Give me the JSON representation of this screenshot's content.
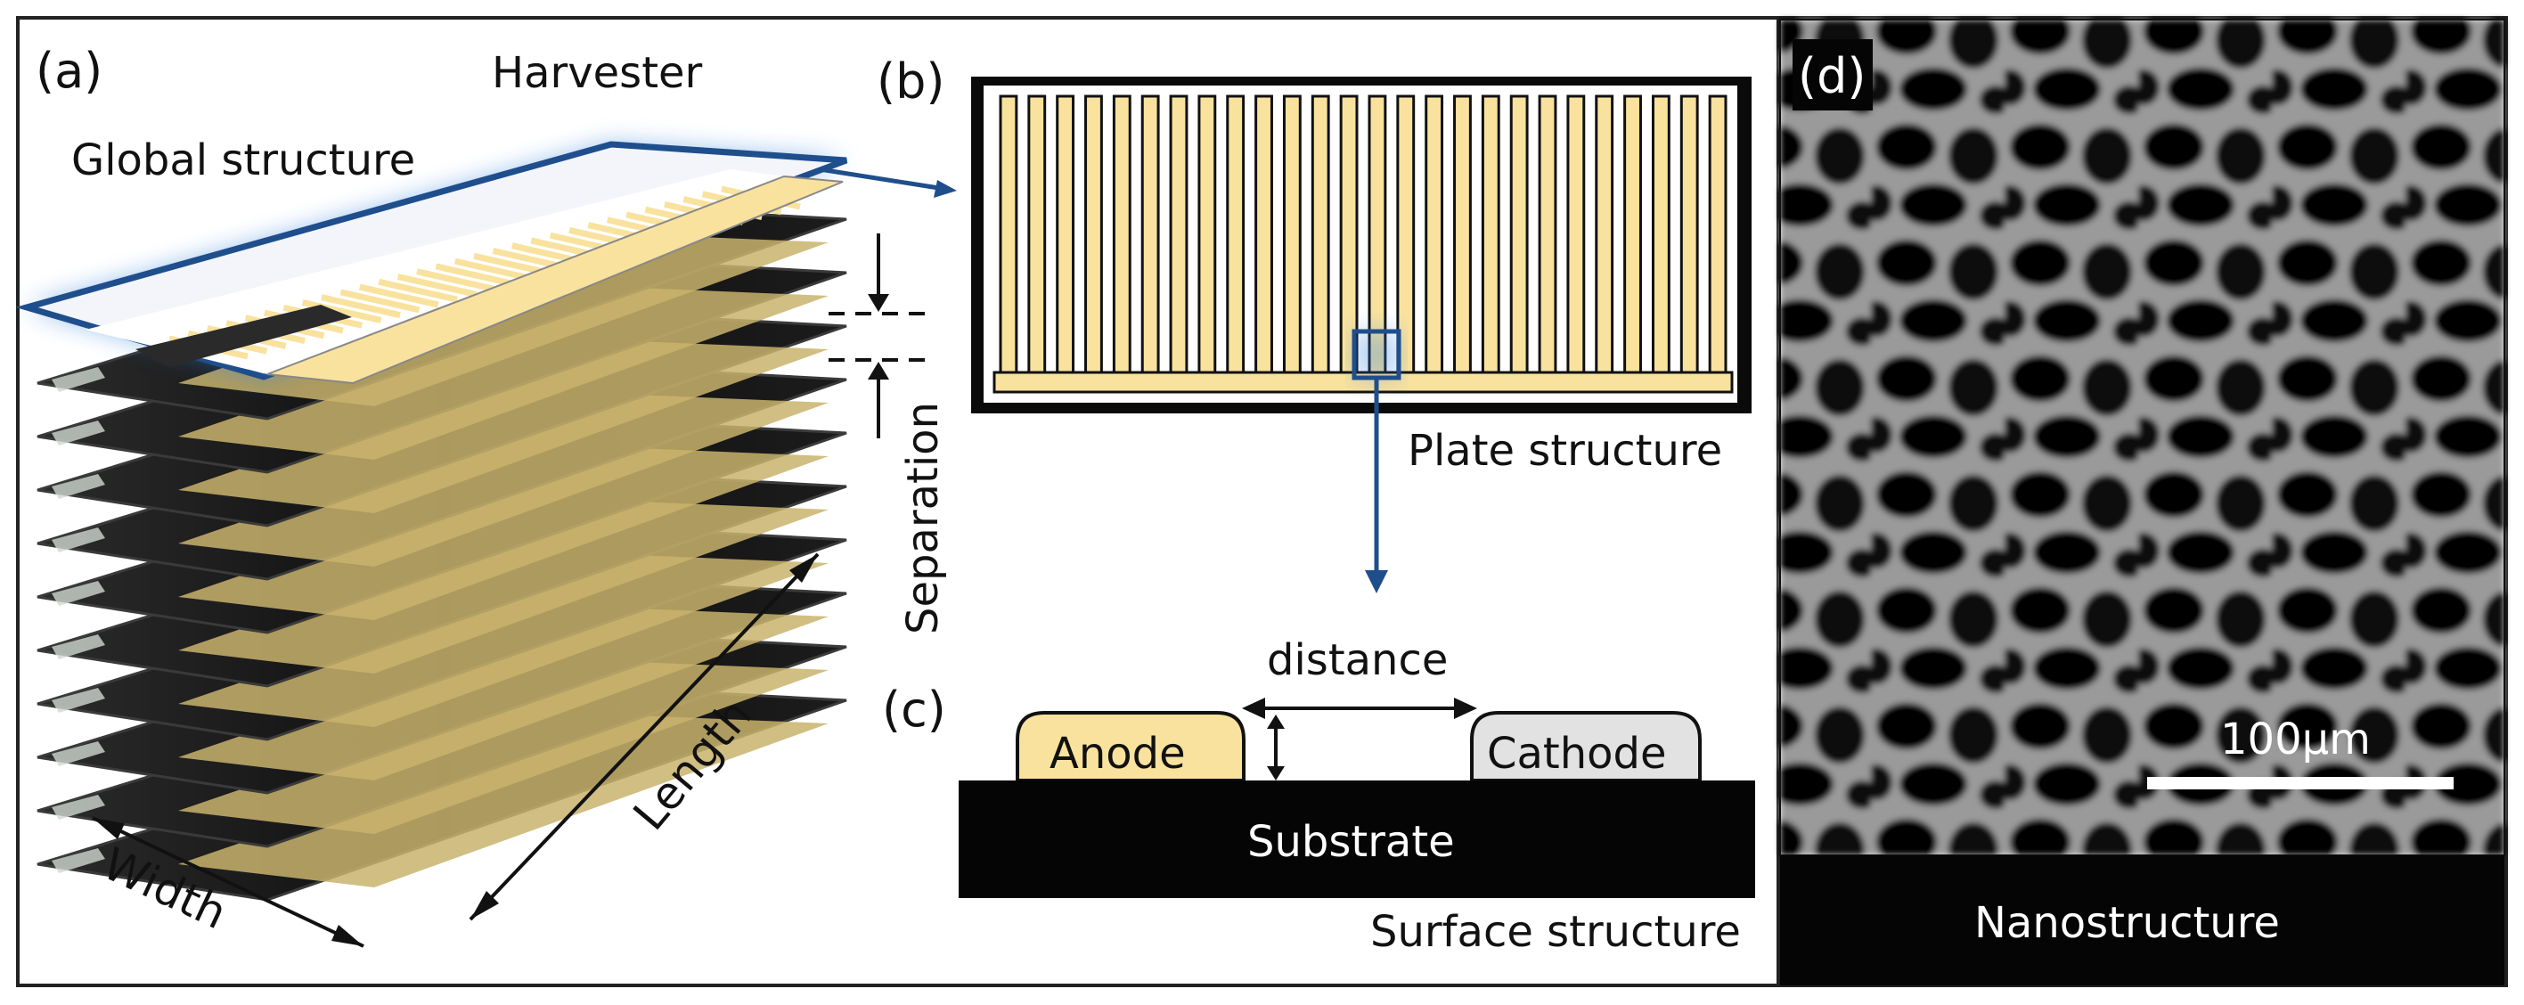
{
  "panel_a": {
    "letter": "(a)",
    "harvester": "Harvester",
    "global_structure": "Global structure",
    "separation": "Separation",
    "length": "Length",
    "width": "Width"
  },
  "panel_b": {
    "letter": "(b)",
    "plate_structure": "Plate structure"
  },
  "panel_c": {
    "letter": "(c)",
    "distance": "distance",
    "anode": "Anode",
    "cathode": "Cathode",
    "substrate": "Substrate",
    "surface_structure": "Surface structure"
  },
  "panel_d": {
    "letter": "(d)",
    "scale_bar": "100µm",
    "nanostructure": "Nanostructure"
  },
  "colors": {
    "electrode_gold": "#f9e29e",
    "electrode_stroke": "#111111",
    "highlight_blue": "#1f4e8c",
    "glow_blue": "#2f7fe0",
    "plate_dark": "#1a1a1a",
    "plate_gold": "#c9b36c",
    "cathode_gray": "#e2e2e2"
  }
}
